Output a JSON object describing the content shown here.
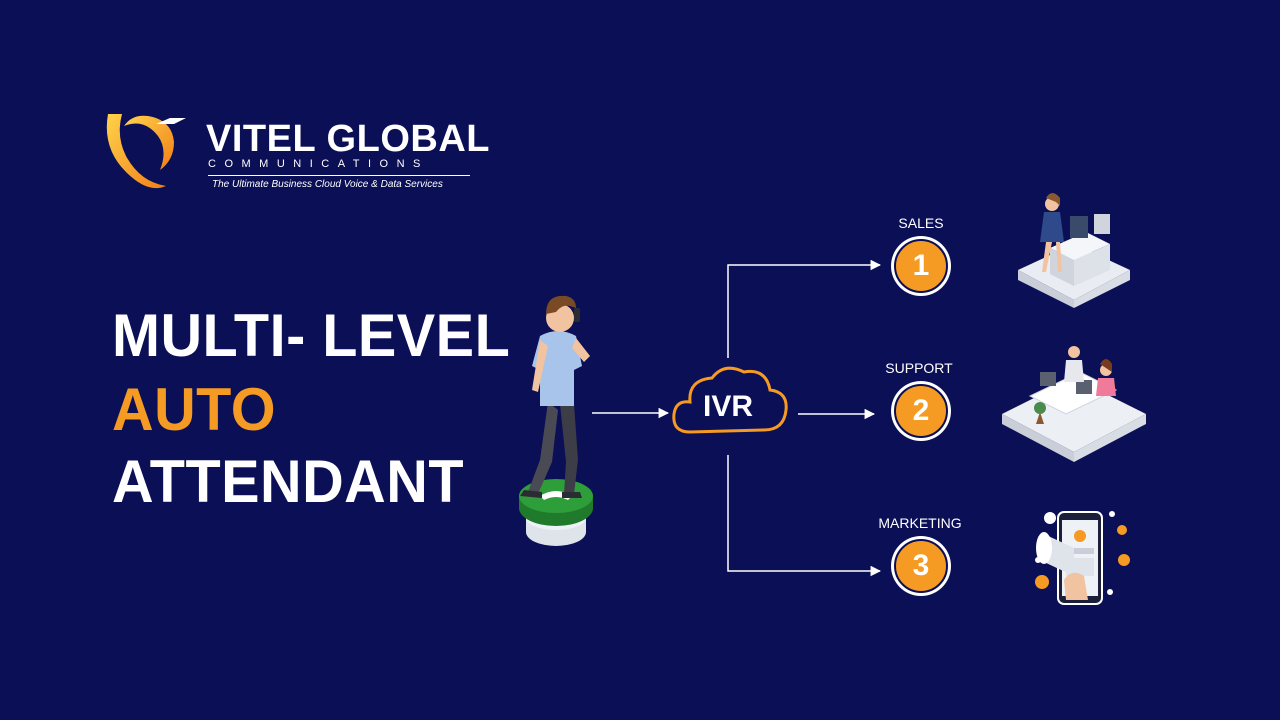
{
  "brand": {
    "name": "VITEL GLOBAL",
    "subtitle": "COMMUNICATIONS",
    "tagline": "The Ultimate Business Cloud Voice & Data Services"
  },
  "headline": {
    "line1": "MULTI- LEVEL",
    "line2": "AUTO",
    "line3": "ATTENDANT"
  },
  "ivr": {
    "label": "IVR"
  },
  "departments": [
    {
      "label": "SALES",
      "number": "1"
    },
    {
      "label": "SUPPORT",
      "number": "2"
    },
    {
      "label": "MARKETING",
      "number": "3"
    }
  ],
  "colors": {
    "background": "#0b0f55",
    "accent": "#f59a23",
    "phone_green": "#2e9e3a"
  }
}
